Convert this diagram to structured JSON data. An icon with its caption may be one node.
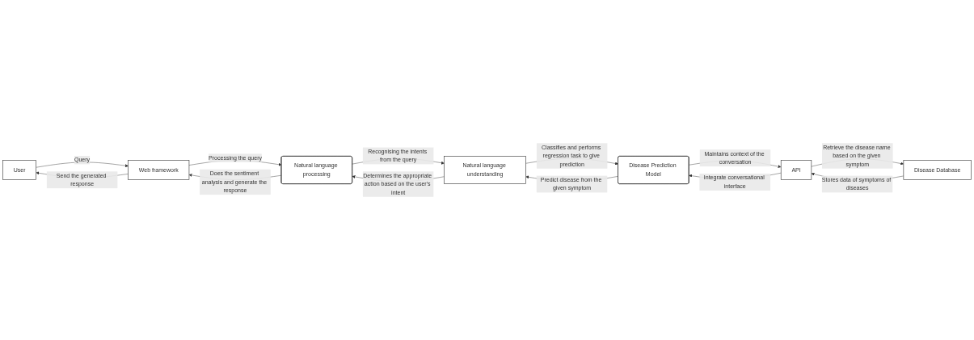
{
  "diagram": {
    "nodes": [
      {
        "text": [
          "User"
        ]
      },
      {
        "text": [
          "Web framework"
        ]
      },
      {
        "text": [
          "Natural language processing"
        ]
      },
      {
        "text": [
          "Natural language understanding"
        ]
      },
      {
        "text": [
          "Disease Prediction Model"
        ]
      },
      {
        "text": [
          "Disease Database"
        ]
      },
      {
        "text": [
          "API"
        ]
      }
    ],
    "edges": [
      {
        "from": 0,
        "to": 1,
        "arrow": "to",
        "label": "Query"
      },
      {
        "from": 1,
        "to": 0,
        "arrow": "to",
        "label": "Send the generated response"
      },
      {
        "from": 1,
        "to": 2,
        "arrow": "to",
        "label": "Processing the query"
      },
      {
        "from": 2,
        "to": 1,
        "arrow": "to",
        "label": "Does the sentiment analysis and generate the response"
      },
      {
        "from": 2,
        "to": 3,
        "arrow": "to",
        "label": "Recognising the intents from the query"
      },
      {
        "from": 3,
        "to": 2,
        "arrow": "to",
        "label": "Determines the appropriate action based on the user's intent"
      },
      {
        "from": 3,
        "to": 4,
        "arrow": "to",
        "label": "Classifies and performs regression task to give prediction"
      },
      {
        "from": 4,
        "to": 3,
        "arrow": "to",
        "label": "Predict disease from the given symptom"
      },
      {
        "from": 4,
        "to": 6,
        "arrow": "to",
        "label": "Maintains context of the conversation"
      },
      {
        "from": 6,
        "to": 4,
        "arrow": "to",
        "label": "Integrate conversational interface"
      },
      {
        "from": 5,
        "to": 6,
        "arrow": "to",
        "label": "Stores data of symptoms of diseases"
      },
      {
        "from": 6,
        "to": 5,
        "arrow": "to",
        "label": "Retrieve the disease name based on the given symptom"
      }
    ]
  }
}
